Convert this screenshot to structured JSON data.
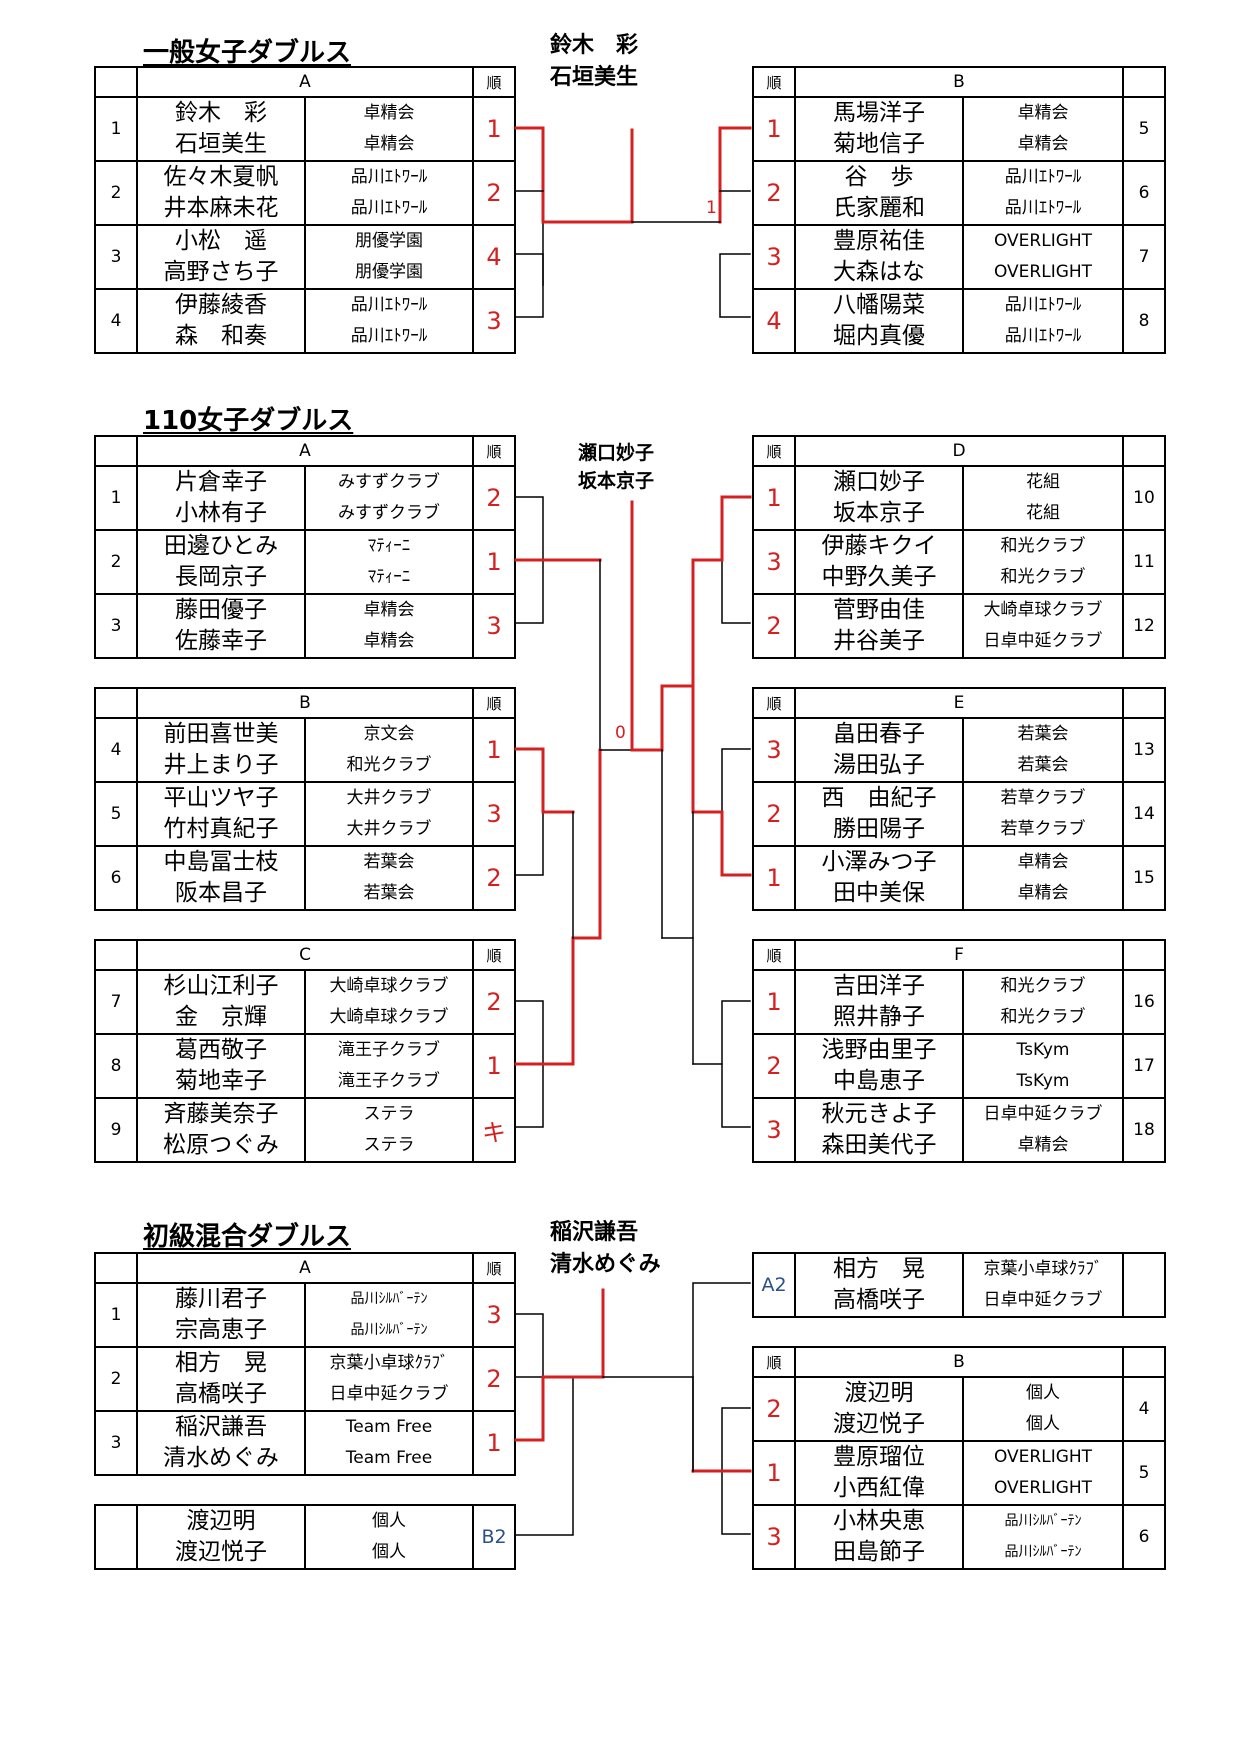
{
  "sections": [
    {
      "title": "一般女子ダブルス",
      "winner": [
        "鈴木　彩",
        "石垣美生"
      ],
      "score": "1",
      "pools": [
        {
          "label": "A",
          "rank_header": "順",
          "rows": [
            {
              "num": "1",
              "names": [
                "鈴木　彩",
                "石垣美生"
              ],
              "clubs": [
                "卓精会",
                "卓精会"
              ],
              "rank": "1"
            },
            {
              "num": "2",
              "names": [
                "佐々木夏帆",
                "井本麻未花"
              ],
              "clubs": [
                "品川ｴﾄﾜｰﾙ",
                "品川ｴﾄﾜｰﾙ"
              ],
              "rank": "2"
            },
            {
              "num": "3",
              "names": [
                "小松　遥",
                "高野さち子"
              ],
              "clubs": [
                "朋優学園",
                "朋優学園"
              ],
              "rank": "4"
            },
            {
              "num": "4",
              "names": [
                "伊藤綾香",
                "森　和奏"
              ],
              "clubs": [
                "品川ｴﾄﾜｰﾙ",
                "品川ｴﾄﾜｰﾙ"
              ],
              "rank": "3"
            }
          ]
        },
        {
          "label": "B",
          "rank_header": "順",
          "rows": [
            {
              "num": "5",
              "names": [
                "馬場洋子",
                "菊地信子"
              ],
              "clubs": [
                "卓精会",
                "卓精会"
              ],
              "rank": "1"
            },
            {
              "num": "6",
              "names": [
                "谷　歩",
                "氏家麗和"
              ],
              "clubs": [
                "品川ｴﾄﾜｰﾙ",
                "品川ｴﾄﾜｰﾙ"
              ],
              "rank": "2"
            },
            {
              "num": "7",
              "names": [
                "豊原祐佳",
                "大森はな"
              ],
              "clubs": [
                "OVERLIGHT",
                "OVERLIGHT"
              ],
              "rank": "3"
            },
            {
              "num": "8",
              "names": [
                "八幡陽菜",
                "堀内真優"
              ],
              "clubs": [
                "品川ｴﾄﾜｰﾙ",
                "品川ｴﾄﾜｰﾙ"
              ],
              "rank": "4"
            }
          ]
        }
      ]
    },
    {
      "title": "110女子ダブルス",
      "winner": [
        "瀬口妙子",
        "坂本京子"
      ],
      "score": "0",
      "pools": [
        {
          "label": "A",
          "rank_header": "順",
          "rows": [
            {
              "num": "1",
              "names": [
                "片倉幸子",
                "小林有子"
              ],
              "clubs": [
                "みすずクラブ",
                "みすずクラブ"
              ],
              "rank": "2"
            },
            {
              "num": "2",
              "names": [
                "田邊ひとみ",
                "長岡京子"
              ],
              "clubs": [
                "ﾏﾃｨｰﾆ",
                "ﾏﾃｨｰﾆ"
              ],
              "rank": "1"
            },
            {
              "num": "3",
              "names": [
                "藤田優子",
                "佐藤幸子"
              ],
              "clubs": [
                "卓精会",
                "卓精会"
              ],
              "rank": "3"
            }
          ]
        },
        {
          "label": "B",
          "rank_header": "順",
          "rows": [
            {
              "num": "4",
              "names": [
                "前田喜世美",
                "井上まり子"
              ],
              "clubs": [
                "京文会",
                "和光クラブ"
              ],
              "rank": "1"
            },
            {
              "num": "5",
              "names": [
                "平山ツヤ子",
                "竹村真紀子"
              ],
              "clubs": [
                "大井クラブ",
                "大井クラブ"
              ],
              "rank": "3"
            },
            {
              "num": "6",
              "names": [
                "中島冨士枝",
                "阪本昌子"
              ],
              "clubs": [
                "若葉会",
                "若葉会"
              ],
              "rank": "2"
            }
          ]
        },
        {
          "label": "C",
          "rank_header": "順",
          "rows": [
            {
              "num": "7",
              "names": [
                "杉山江利子",
                "金　京輝"
              ],
              "clubs": [
                "大崎卓球クラブ",
                "大崎卓球クラブ"
              ],
              "rank": "2"
            },
            {
              "num": "8",
              "names": [
                "葛西敬子",
                "菊地幸子"
              ],
              "clubs": [
                "滝王子クラブ",
                "滝王子クラブ"
              ],
              "rank": "1"
            },
            {
              "num": "9",
              "names": [
                "斉藤美奈子",
                "松原つぐみ"
              ],
              "clubs": [
                "ステラ",
                "ステラ"
              ],
              "rank": "キ"
            }
          ]
        },
        {
          "label": "D",
          "rank_header": "順",
          "rows": [
            {
              "num": "10",
              "names": [
                "瀬口妙子",
                "坂本京子"
              ],
              "clubs": [
                "花組",
                "花組"
              ],
              "rank": "1"
            },
            {
              "num": "11",
              "names": [
                "伊藤キクイ",
                "中野久美子"
              ],
              "clubs": [
                "和光クラブ",
                "和光クラブ"
              ],
              "rank": "3"
            },
            {
              "num": "12",
              "names": [
                "菅野由佳",
                "井谷美子"
              ],
              "clubs": [
                "大崎卓球クラブ",
                "日卓中延クラブ"
              ],
              "rank": "2"
            }
          ]
        },
        {
          "label": "E",
          "rank_header": "順",
          "rows": [
            {
              "num": "13",
              "names": [
                "畠田春子",
                "湯田弘子"
              ],
              "clubs": [
                "若葉会",
                "若葉会"
              ],
              "rank": "3"
            },
            {
              "num": "14",
              "names": [
                "西　由紀子",
                "勝田陽子"
              ],
              "clubs": [
                "若草クラブ",
                "若草クラブ"
              ],
              "rank": "2"
            },
            {
              "num": "15",
              "names": [
                "小澤みつ子",
                "田中美保"
              ],
              "clubs": [
                "卓精会",
                "卓精会"
              ],
              "rank": "1"
            }
          ]
        },
        {
          "label": "F",
          "rank_header": "順",
          "rows": [
            {
              "num": "16",
              "names": [
                "吉田洋子",
                "照井静子"
              ],
              "clubs": [
                "和光クラブ",
                "和光クラブ"
              ],
              "rank": "1"
            },
            {
              "num": "17",
              "names": [
                "浅野由里子",
                "中島恵子"
              ],
              "clubs": [
                "TsKym",
                "TsKym"
              ],
              "rank": "2"
            },
            {
              "num": "18",
              "names": [
                "秋元きよ子",
                "森田美代子"
              ],
              "clubs": [
                "日卓中延クラブ",
                "卓精会"
              ],
              "rank": "3"
            }
          ]
        }
      ]
    },
    {
      "title": "初級混合ダブルス",
      "winner": [
        "稲沢謙吾",
        "清水めぐみ"
      ],
      "pools": [
        {
          "label": "A",
          "rank_header": "順",
          "rows": [
            {
              "num": "1",
              "names": [
                "藤川君子",
                "宗高恵子"
              ],
              "clubs": [
                "品川ｼﾙﾊﾞｰﾃﾝ",
                "品川ｼﾙﾊﾞｰﾃﾝ"
              ],
              "rank": "3"
            },
            {
              "num": "2",
              "names": [
                "相方　晃",
                "高橋咲子"
              ],
              "clubs": [
                "京葉小卓球ｸﾗﾌﾞ",
                "日卓中延クラブ"
              ],
              "rank": "2"
            },
            {
              "num": "3",
              "names": [
                "稲沢謙吾",
                "清水めぐみ"
              ],
              "clubs": [
                "Team Free",
                "Team Free"
              ],
              "rank": "1"
            }
          ]
        },
        {
          "label": "B",
          "rank_header": "順",
          "rows": [
            {
              "num": "4",
              "names": [
                "渡辺明",
                "渡辺悦子"
              ],
              "clubs": [
                "個人",
                "個人"
              ],
              "rank": "2"
            },
            {
              "num": "5",
              "names": [
                "豊原瑠位",
                "小西紅偉"
              ],
              "clubs": [
                "OVERLIGHT",
                "OVERLIGHT"
              ],
              "rank": "1"
            },
            {
              "num": "6",
              "names": [
                "小林央恵",
                "田島節子"
              ],
              "clubs": [
                "品川ｼﾙﾊﾞｰﾃﾝ",
                "品川ｼﾙﾊﾞｰﾃﾝ"
              ],
              "rank": "3"
            }
          ]
        }
      ],
      "qualifiers": [
        {
          "code": "B2",
          "names": [
            "渡辺明",
            "渡辺悦子"
          ],
          "clubs": [
            "個人",
            "個人"
          ]
        },
        {
          "code": "A2",
          "names": [
            "相方　晃",
            "高橋咲子"
          ],
          "clubs": [
            "京葉小卓球ｸﾗﾌﾞ",
            "日卓中延クラブ"
          ]
        }
      ]
    }
  ],
  "colors": {
    "winner_line": "#d42020",
    "rank_text": "#d42020",
    "code_text": "#2a4f8a",
    "line": "#000000"
  }
}
